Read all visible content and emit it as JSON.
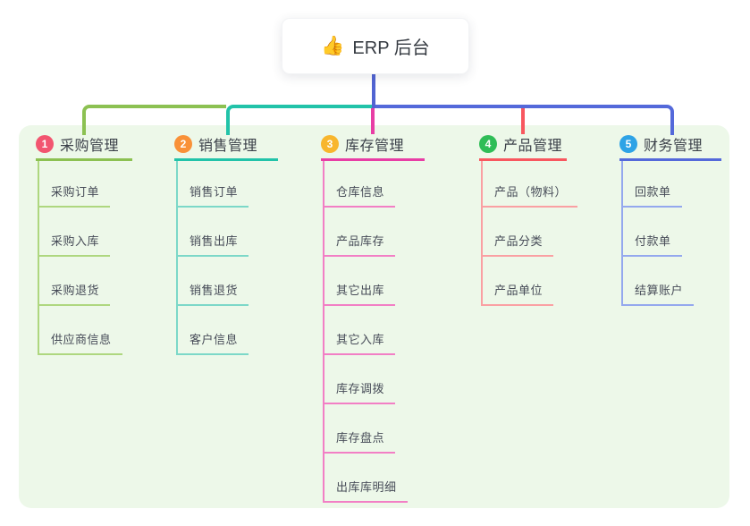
{
  "root": {
    "emoji": "👍",
    "label": "ERP 后台",
    "line_color": "#5164d2"
  },
  "canvas": {
    "panel_bg": "#edf8e9"
  },
  "branches": [
    {
      "badge": "1",
      "title": "采购管理",
      "color": "#8cc152",
      "light_color": "#aed77f",
      "badge_color": "#f25570",
      "items": [
        "采购订单",
        "采购入库",
        "采购退货",
        "供应商信息"
      ]
    },
    {
      "badge": "2",
      "title": "销售管理",
      "color": "#22c3a9",
      "light_color": "#7cd8c8",
      "badge_color": "#f99138",
      "items": [
        "销售订单",
        "销售出库",
        "销售退货",
        "客户信息"
      ]
    },
    {
      "badge": "3",
      "title": "库存管理",
      "color": "#e83ea5",
      "light_color": "#f27fc5",
      "badge_color": "#f8b62d",
      "items": [
        "仓库信息",
        "产品库存",
        "其它出库",
        "其它入库",
        "库存调拨",
        "库存盘点",
        "出库库明细"
      ]
    },
    {
      "badge": "4",
      "title": "产品管理",
      "color": "#f8575f",
      "light_color": "#faa0a3",
      "badge_color": "#2fbd57",
      "items": [
        "产品（物料）",
        "产品分类",
        "产品单位"
      ]
    },
    {
      "badge": "5",
      "title": "财务管理",
      "color": "#5469da",
      "light_color": "#94a8ee",
      "badge_color": "#2ea3e6",
      "items": [
        "回款单",
        "付款单",
        "结算账户"
      ]
    }
  ]
}
